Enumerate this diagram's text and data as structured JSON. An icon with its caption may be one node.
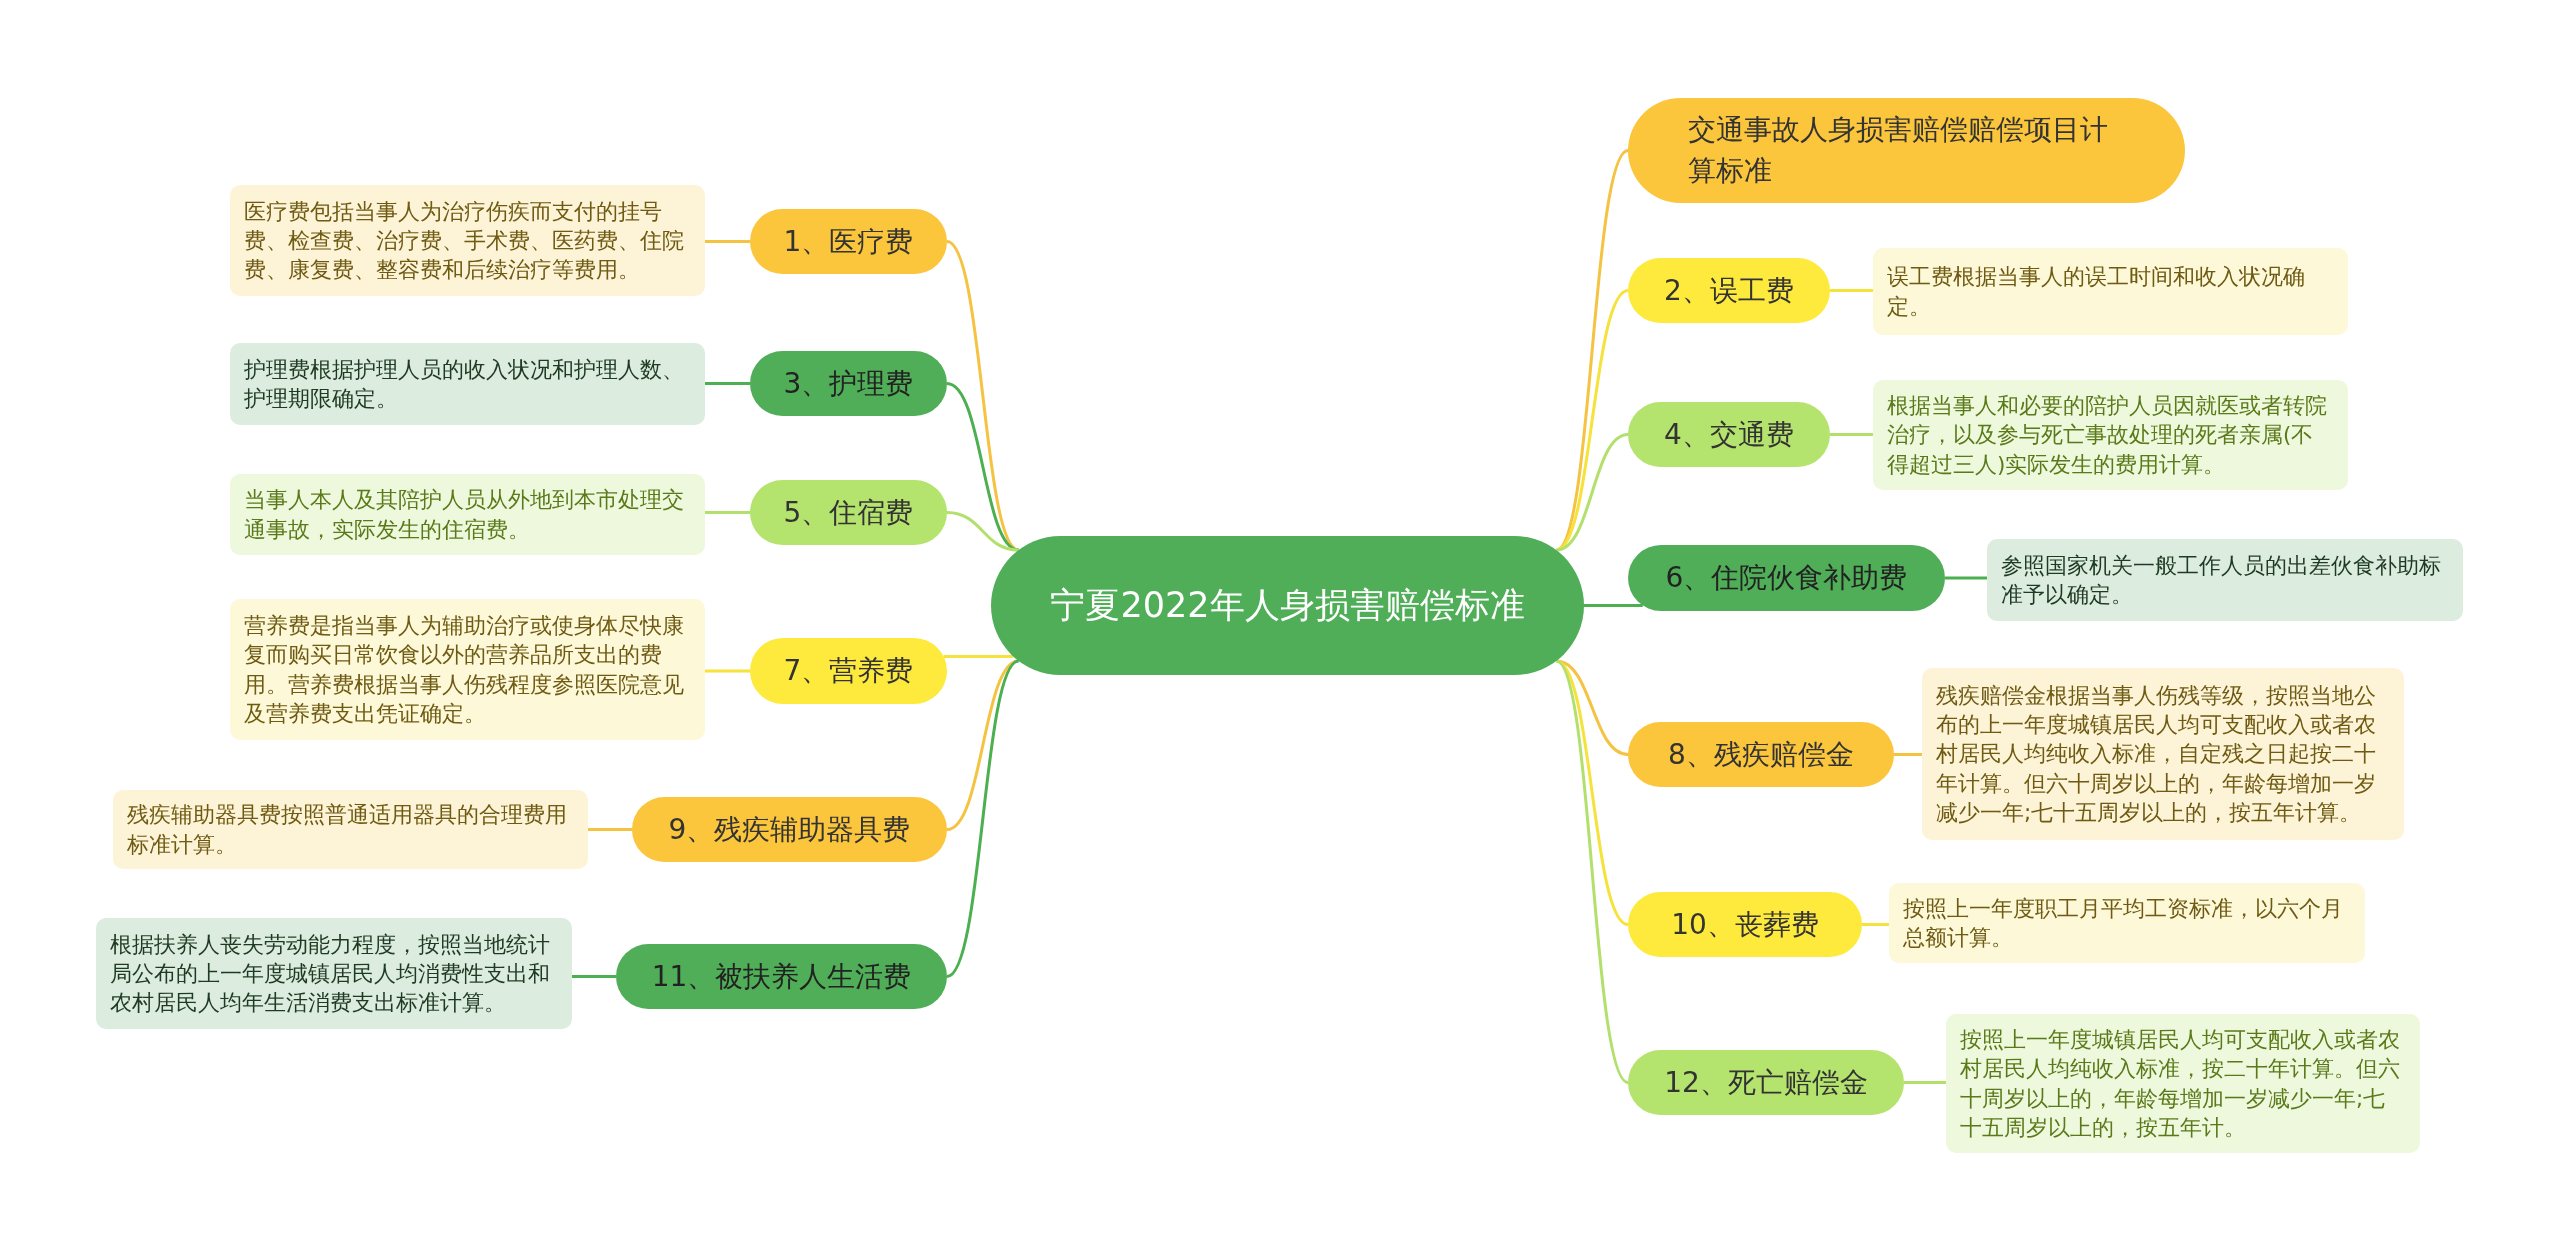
{
  "diagram": {
    "nodes": [
      {
        "text": [
          "宁夏2022年人身损害赔偿标准"
        ]
      },
      {
        "text": [
          "1、医疗费"
        ]
      },
      {
        "text": [
          "医疗费包括当事人为治疗伤疾而支付的挂号费、检查费、治疗费、手术费、医药费、住院费、康复费、整容费和后续治疗等费用。"
        ]
      },
      {
        "text": [
          "3、护理费"
        ]
      },
      {
        "text": [
          "护理费根据护理人员的收入状况和护理人数、护理期限确定。"
        ]
      },
      {
        "text": [
          "5、住宿费"
        ]
      },
      {
        "text": [
          "当事人本人及其陪护人员从外地到本市处理交通事故，实际发生的住宿费。"
        ]
      },
      {
        "text": [
          "7、营养费"
        ]
      },
      {
        "text": [
          "营养费是指当事人为辅助治疗或使身体尽快康复而购买日常饮食以外的营养品所支出的费用。营养费根据当事人伤残程度参照医院意见及营养费支出凭证确定。"
        ]
      },
      {
        "text": [
          "9、残疾辅助器具费"
        ]
      },
      {
        "text": [
          "残疾辅助器具费按照普通适用器具的合理费用标准计算。"
        ]
      },
      {
        "text": [
          "11、被扶养人生活费"
        ]
      },
      {
        "text": [
          "根据扶养人丧失劳动能力程度，按照当地统计局公布的上一年度城镇居民人均消费性支出和农村居民人均年生活消费支出标准计算。"
        ]
      },
      {
        "text": [
          "交通事故人身损害赔偿赔偿项目计算标准"
        ]
      },
      {
        "text": [
          "2、误工费"
        ]
      },
      {
        "text": [
          "误工费根据当事人的误工时间和收入状况确定。"
        ]
      },
      {
        "text": [
          "4、交通费"
        ]
      },
      {
        "text": [
          "根据当事人和必要的陪护人员因就医或者转院治疗，以及参与死亡事故处理的死者亲属(不得超过三人)实际发生的费用计算。"
        ]
      },
      {
        "text": [
          "6、住院伙食补助费"
        ]
      },
      {
        "text": [
          "参照国家机关一般工作人员的出差伙食补助标准予以确定。"
        ]
      },
      {
        "text": [
          "8、残疾赔偿金"
        ]
      },
      {
        "text": [
          "残疾赔偿金根据当事人伤残等级，按照当地公布的上一年度城镇居民人均可支配收入或者农村居民人均纯收入标准，自定残之日起按二十年计算。但六十周岁以上的，年龄每增加一岁减少一年;七十五周岁以上的，按五年计算。"
        ]
      },
      {
        "text": [
          "10、丧葬费"
        ]
      },
      {
        "text": [
          "按照上一年度职工月平均工资标准，以六个月总额计算。"
        ]
      },
      {
        "text": [
          "12、死亡赔偿金"
        ]
      },
      {
        "text": [
          "按照上一年度城镇居民人均可支配收入或者农村居民人均纯收入标准，按二十年计算。但六十周岁以上的，年龄每增加一岁减少一年;七十五周岁以上的，按五年计。"
        ]
      }
    ],
    "edges": [
      {
        "from": 0,
        "to": 1,
        "arrow": "none",
        "color": "#f5c342"
      },
      {
        "from": 0,
        "to": 3,
        "arrow": "none",
        "color": "#4caf50"
      },
      {
        "from": 0,
        "to": 5,
        "arrow": "none",
        "color": "#b3e06c"
      },
      {
        "from": 0,
        "to": 7,
        "arrow": "none",
        "color": "#f5e23a"
      },
      {
        "from": 0,
        "to": 9,
        "arrow": "none",
        "color": "#f5c342"
      },
      {
        "from": 0,
        "to": 11,
        "arrow": "none",
        "color": "#4caf50"
      },
      {
        "from": 0,
        "to": 13,
        "arrow": "none",
        "color": "#f5c342"
      },
      {
        "from": 0,
        "to": 14,
        "arrow": "none",
        "color": "#f5e23a"
      },
      {
        "from": 0,
        "to": 16,
        "arrow": "none",
        "color": "#b3e06c"
      },
      {
        "from": 0,
        "to": 18,
        "arrow": "none",
        "color": "#4caf50"
      },
      {
        "from": 0,
        "to": 20,
        "arrow": "none",
        "color": "#f5c342"
      },
      {
        "from": 0,
        "to": 22,
        "arrow": "none",
        "color": "#f5e23a"
      },
      {
        "from": 0,
        "to": 24,
        "arrow": "none",
        "color": "#b3e06c"
      },
      {
        "from": 1,
        "to": 2,
        "arrow": "none",
        "color": "#f5c342"
      },
      {
        "from": 3,
        "to": 4,
        "arrow": "none",
        "color": "#4caf50"
      },
      {
        "from": 5,
        "to": 6,
        "arrow": "none",
        "color": "#b3e06c"
      },
      {
        "from": 7,
        "to": 8,
        "arrow": "none",
        "color": "#f5e23a"
      },
      {
        "from": 9,
        "to": 10,
        "arrow": "none",
        "color": "#f5c342"
      },
      {
        "from": 11,
        "to": 12,
        "arrow": "none",
        "color": "#4caf50"
      },
      {
        "from": 14,
        "to": 15,
        "arrow": "none",
        "color": "#f5e23a"
      },
      {
        "from": 16,
        "to": 17,
        "arrow": "none",
        "color": "#b3e06c"
      },
      {
        "from": 18,
        "to": 19,
        "arrow": "none",
        "color": "#4caf50"
      },
      {
        "from": 20,
        "to": 21,
        "arrow": "none",
        "color": "#f5c342"
      },
      {
        "from": 22,
        "to": 23,
        "arrow": "none",
        "color": "#f5e23a"
      },
      {
        "from": 24,
        "to": 25,
        "arrow": "none",
        "color": "#b3e06c"
      }
    ]
  }
}
